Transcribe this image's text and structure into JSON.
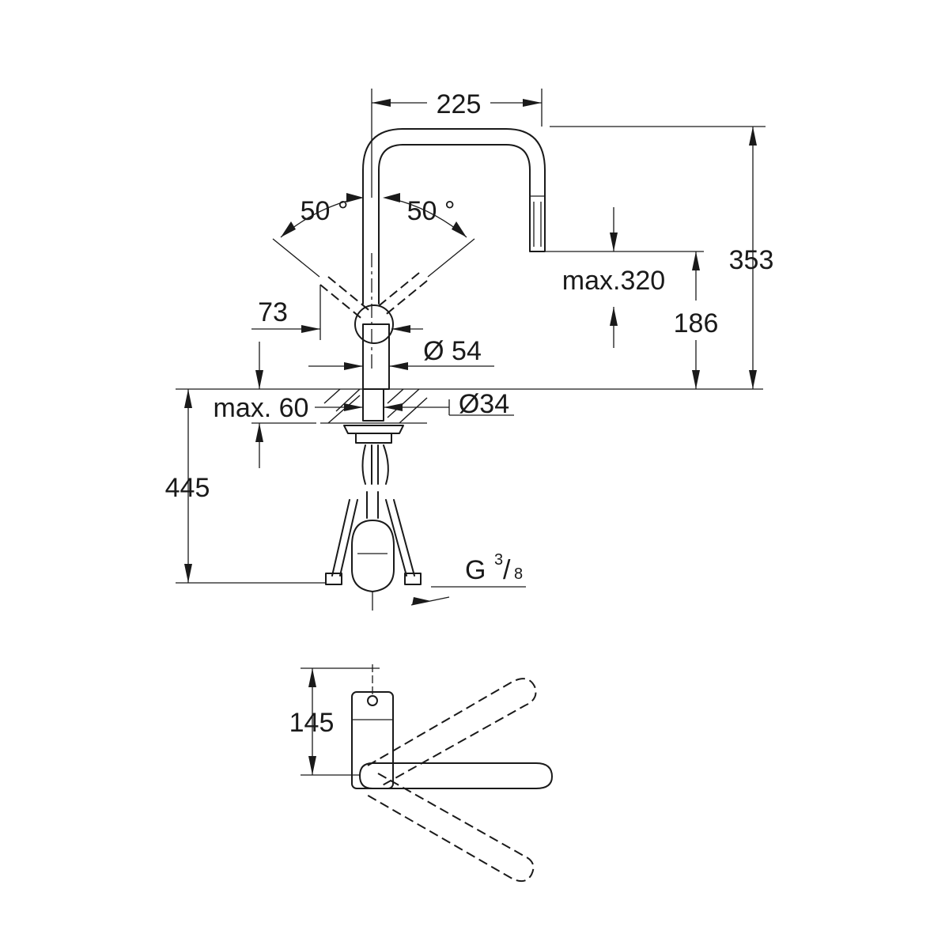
{
  "front_view": {
    "width_spout": "225",
    "height_total": "353",
    "height_outlet": "186",
    "max_pullout": "max.320",
    "angle_left": "50 °",
    "angle_right": "50 °",
    "lever_height": "73",
    "body_diameter": "Ø 54",
    "hole_diameter": "Ø34",
    "max_thickness": "max. 60",
    "hose_length": "445",
    "connection_thread_prefix": "G",
    "connection_thread_numerator": "3",
    "connection_thread_denominator": "8"
  },
  "top_view": {
    "depth": "145"
  }
}
